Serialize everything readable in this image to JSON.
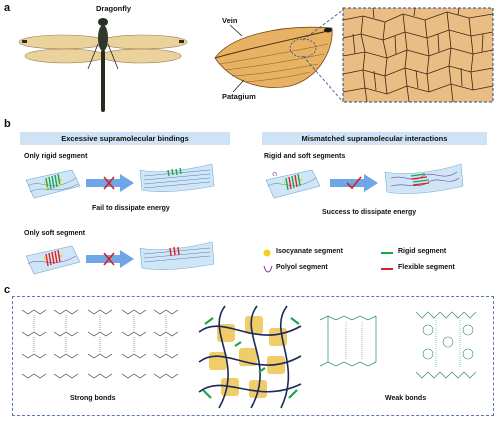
{
  "panel_a": {
    "letter": "a",
    "dragonfly_label": "Dragonfly",
    "vein_label": "Vein",
    "patagium_label": "Patagium"
  },
  "panel_b": {
    "letter": "b",
    "left_banner": "Excessive  supramolecular bindings",
    "right_banner": "Mismatched  supramolecular interactions",
    "only_rigid": "Only rigid segment",
    "fail_text": "Fail to dissipate energy",
    "only_soft": "Only soft segment",
    "rigid_soft": "Rigid and soft segments",
    "success_text": "Success to dissipate energy",
    "legend": {
      "isocyanate": "Isocyanate segment",
      "polyol": "Polyol segment",
      "rigid": "Rigid segment",
      "flexible": "Flexible segment"
    },
    "colors": {
      "isocyanate": "#f2d21a",
      "polyol": "#7b3fa0",
      "rigid": "#1aa64a",
      "flexible": "#e02020",
      "cross": "#d62020",
      "check": "#d62020",
      "arrow": "#6ea6e8",
      "film": "#cfe6f7"
    }
  },
  "panel_c": {
    "letter": "c",
    "strong_label": "Strong bonds",
    "weak_label": "Weak bonds"
  }
}
